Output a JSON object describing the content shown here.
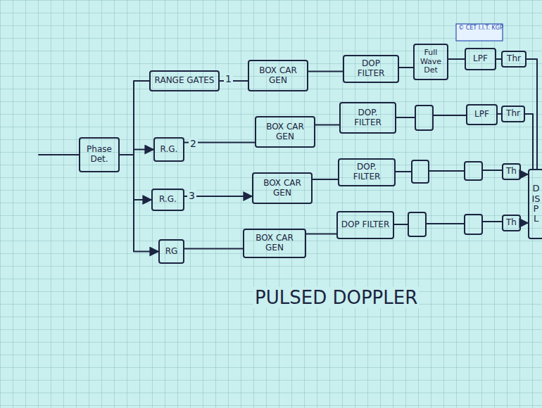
{
  "diagram": {
    "nodes": [
      {
        "text": [
          "Phase Det."
        ]
      },
      {
        "text": [
          "RANGE GATES"
        ]
      },
      {
        "text": [
          "BOX CAR GEN"
        ]
      },
      {
        "text": [
          "DOP FILTER"
        ]
      },
      {
        "text": [
          "Full Wave Det"
        ]
      },
      {
        "text": [
          "LPF"
        ]
      },
      {
        "text": [
          "Thr"
        ]
      },
      {
        "text": [
          "R.G."
        ]
      },
      {
        "text": [
          "BOX CAR GEN"
        ]
      },
      {
        "text": [
          "DOP. FILTER"
        ]
      },
      {
        "text": [
          "LPF"
        ]
      },
      {
        "text": [
          "Thr"
        ]
      },
      {
        "text": [
          "R.G."
        ]
      },
      {
        "text": [
          "BOX CAR GEN"
        ]
      },
      {
        "text": [
          "DOP. FILTER"
        ]
      },
      {
        "text": [
          "Th"
        ]
      },
      {
        "text": [
          "RG"
        ]
      },
      {
        "text": [
          "BOX CAR GEN"
        ]
      },
      {
        "text": [
          "DOP FILTER"
        ]
      },
      {
        "text": [
          "Th"
        ]
      },
      {
        "text": [
          "DISPL"
        ]
      }
    ],
    "edges": [
      {
        "from": 0,
        "to": 1,
        "arrow": "none"
      },
      {
        "from": 0,
        "to": 7,
        "arrow": "to"
      },
      {
        "from": 0,
        "to": 12,
        "arrow": "to"
      },
      {
        "from": 0,
        "to": 16,
        "arrow": "to"
      },
      {
        "from": 1,
        "to": 2,
        "arrow": "none"
      },
      {
        "from": 2,
        "to": 3,
        "arrow": "none"
      },
      {
        "from": 3,
        "to": 4,
        "arrow": "none"
      },
      {
        "from": 4,
        "to": 5,
        "arrow": "none"
      },
      {
        "from": 5,
        "to": 6,
        "arrow": "none"
      },
      {
        "from": 6,
        "to": 20,
        "arrow": "none"
      },
      {
        "from": 7,
        "to": 8,
        "arrow": "none"
      },
      {
        "from": 8,
        "to": 9,
        "arrow": "none"
      },
      {
        "from": 10,
        "to": 11,
        "arrow": "none"
      },
      {
        "from": 11,
        "to": 20,
        "arrow": "none"
      },
      {
        "from": 12,
        "to": 13,
        "arrow": "to"
      },
      {
        "from": 13,
        "to": 14,
        "arrow": "none"
      },
      {
        "from": 15,
        "to": 20,
        "arrow": "to"
      },
      {
        "from": 16,
        "to": 17,
        "arrow": "none"
      },
      {
        "from": 17,
        "to": 18,
        "arrow": "none"
      },
      {
        "from": 19,
        "to": 20,
        "arrow": "to"
      }
    ],
    "labels": [
      "1",
      "2",
      "3",
      "PULSED DOPPLER",
      "© CET I.I.T. KGP"
    ]
  }
}
